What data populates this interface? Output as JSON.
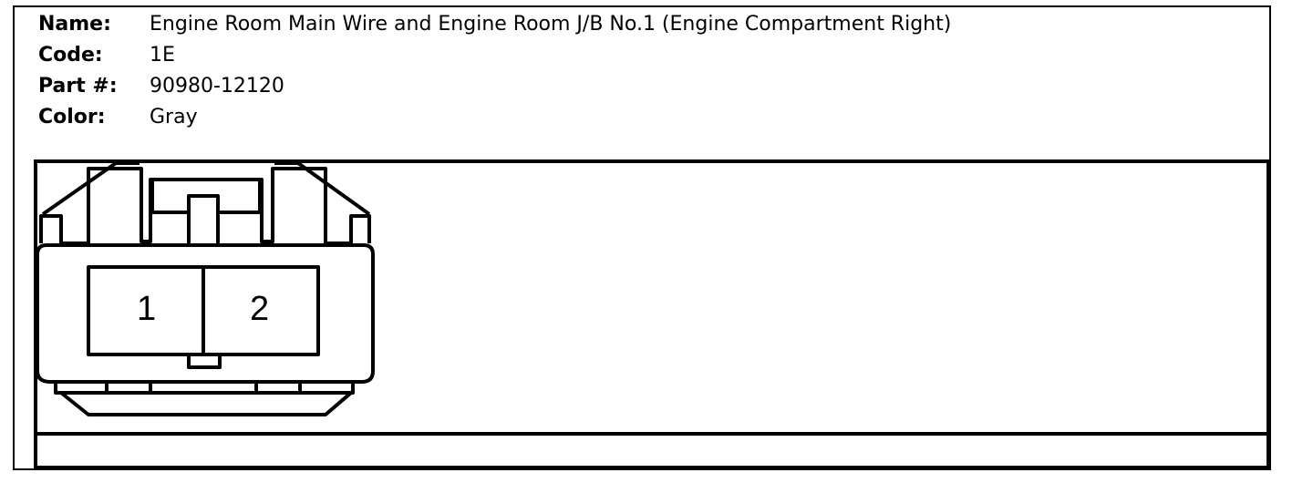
{
  "info": {
    "name_label": "Name:",
    "name_value": "Engine Room Main Wire and Engine Room J/B No.1 (Engine Compartment Right)",
    "code_label": "Code:",
    "code_value": "1E",
    "part_label": "Part #:",
    "part_value": "90980-12120",
    "color_label": "Color:",
    "color_value": "Gray"
  },
  "connector": {
    "pins": [
      "1",
      "2"
    ]
  }
}
